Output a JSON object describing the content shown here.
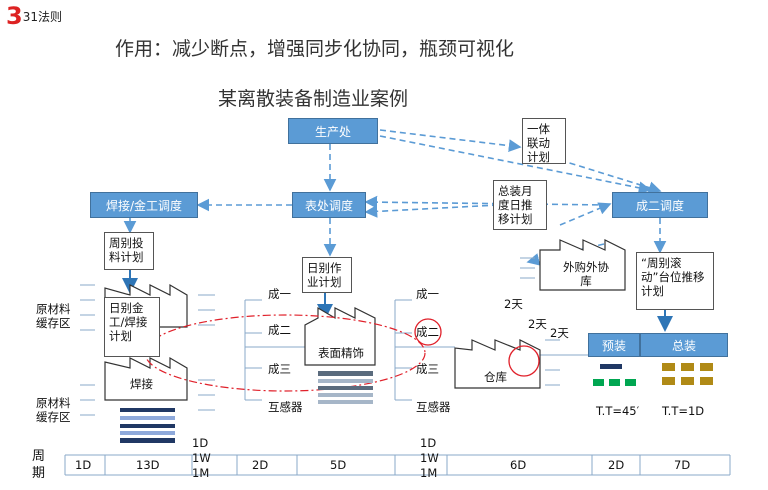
{
  "header": {
    "slide_number": "3",
    "slide_subtitle": "31法则"
  },
  "title_line1": "作用：减少断点，增强同步化协同，瓶颈可视化",
  "title_line2": "某离散装备制造业案例",
  "boxes": {
    "production": "生产处",
    "weld_dispatch": "焊接/金工调度",
    "surface_dispatch": "表处调度",
    "assembly2_dispatch": "成二调度",
    "pre_assembly": "预装",
    "final_assembly": "总装"
  },
  "docs": {
    "integrated_plan": "一体联动计划",
    "monthly_daily_plan": "总装月度日推移计划",
    "weekly_feed_plan": "周别投料计划",
    "daily_work_plan": "日别作业计划",
    "daily_weld_plan": "日别金工/焊接计划",
    "weekly_rolling_plan": "“周别滚动”台位推移计划"
  },
  "factories": {
    "welding": "焊接",
    "surface": "表面精饰",
    "warehouse": "仓库",
    "outsourced": "外购外协库"
  },
  "labels": {
    "raw_buffer_top": "原材料缓存区",
    "raw_buffer_bottom": "原材料缓存区",
    "left_ch1": "成一",
    "left_ch2": "成二",
    "left_ch3": "成三",
    "left_transformer": "互感器",
    "right_ch1": "成一",
    "right_ch2": "成二",
    "right_ch3": "成三",
    "right_transformer": "互感器",
    "days_a": "2天",
    "days_b": "2天",
    "days_c": "2天",
    "stack_a": "1D\n1W\n1M",
    "stack_b": "1D\n1W\n1M",
    "tt_pre": "T.T=45′",
    "tt_final": "T.T=1D"
  },
  "timeline": {
    "label": "周期",
    "segments": [
      "1D",
      "13D",
      "2D",
      "5D",
      "6D",
      "2D",
      "7D"
    ]
  },
  "colors": {
    "box_blue": "#5b9bd5",
    "arrow_blue": "#5b9bd5",
    "highlight_red": "#e0202a",
    "kanban_green": "#00a651",
    "kanban_gold": "#b08a16",
    "kanban_navy": "#203864"
  }
}
